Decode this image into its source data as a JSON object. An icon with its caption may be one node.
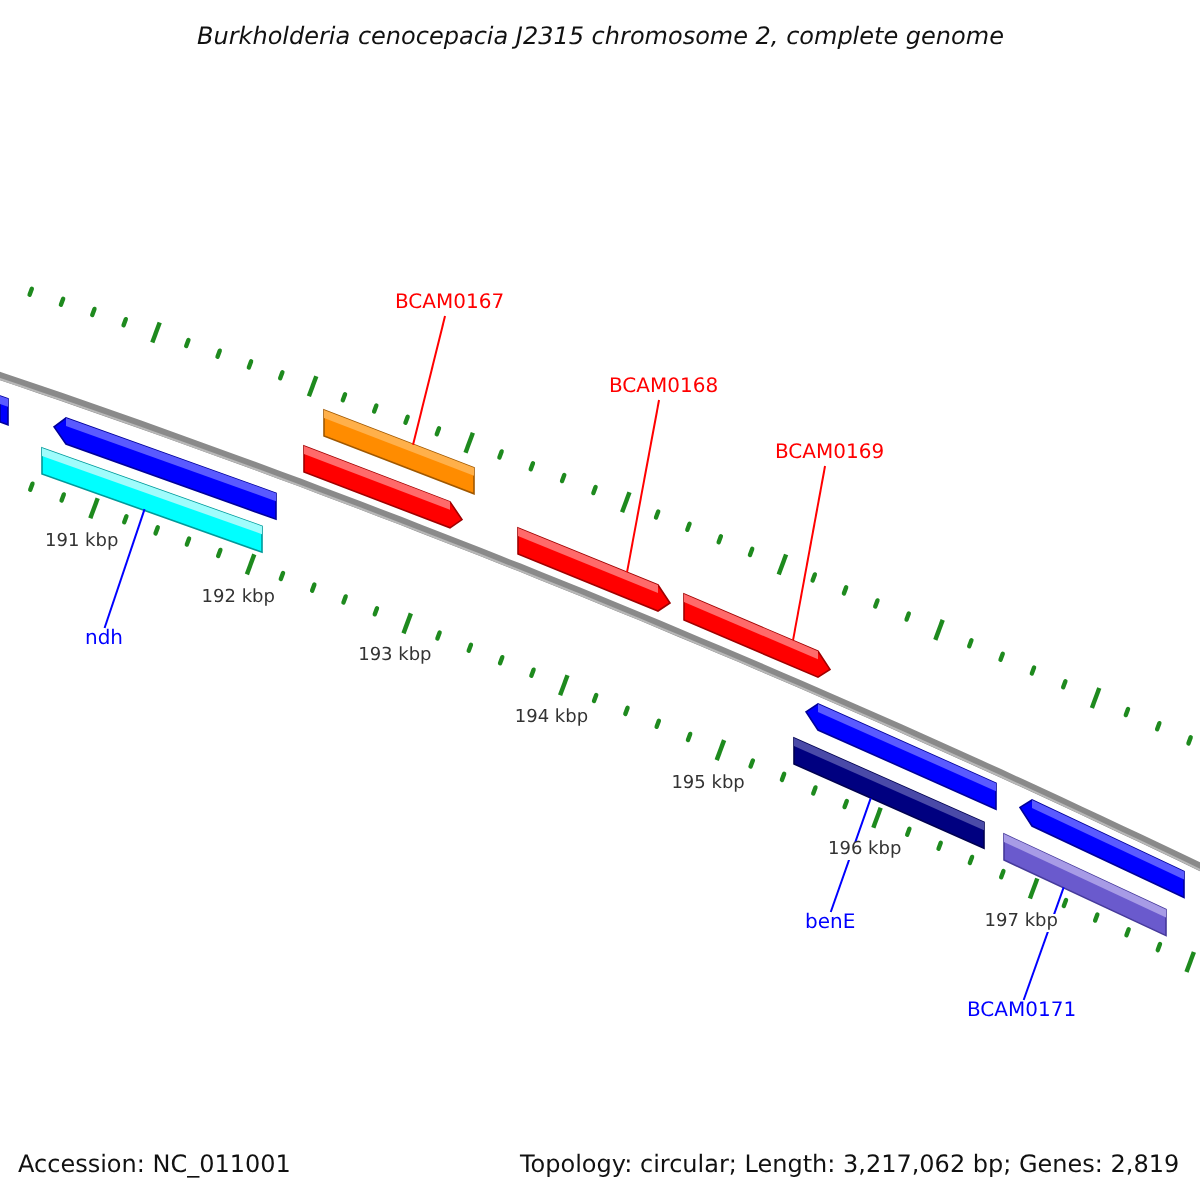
{
  "diagram": {
    "title": "Burkholderia cenocepacia J2315 chromosome 2, complete genome",
    "nodes": [
      {
        "text": [
          "BCAM0167"
        ]
      },
      {
        "text": [
          "BCAM0168"
        ]
      },
      {
        "text": [
          "BCAM0169"
        ]
      },
      {
        "text": [],
        "shape": "bar"
      },
      {
        "text": [],
        "shape": "bar"
      },
      {
        "text": [],
        "shape": "bar"
      },
      {
        "text": [],
        "shape": "bar"
      },
      {
        "text": [],
        "shape": "bar"
      },
      {
        "text": [],
        "shape": "bar"
      },
      {
        "text": [],
        "shape": "bar"
      },
      {
        "text": [],
        "shape": "bar"
      },
      {
        "text": [],
        "shape": "bar"
      },
      {
        "text": [],
        "shape": "bar"
      },
      {
        "text": [],
        "shape": "bar"
      },
      {
        "text": [
          "ndh"
        ]
      },
      {
        "text": [
          "benE"
        ]
      },
      {
        "text": [
          "BCAM0171"
        ]
      }
    ],
    "edges": [
      {
        "from": 0,
        "to": 7,
        "arrow": "none"
      },
      {
        "from": 1,
        "to": 8,
        "arrow": "none"
      },
      {
        "from": 2,
        "to": 9,
        "arrow": "none"
      },
      {
        "from": 14,
        "to": 5,
        "arrow": "none",
        "color": "#0000ff"
      },
      {
        "from": 15,
        "to": 10,
        "arrow": "none",
        "color": "#0000ff"
      },
      {
        "from": 16,
        "to": 12,
        "arrow": "none",
        "color": "#0000ff"
      }
    ],
    "labels": [
      "191 kbp",
      "192 kbp",
      "193 kbp",
      "194 kbp",
      "195 kbp",
      "196 kbp",
      "197 kbp",
      "Accession: NC_011001",
      "Topology: circular; Length: 3,217,062 bp; Genes: 2,819"
    ]
  }
}
